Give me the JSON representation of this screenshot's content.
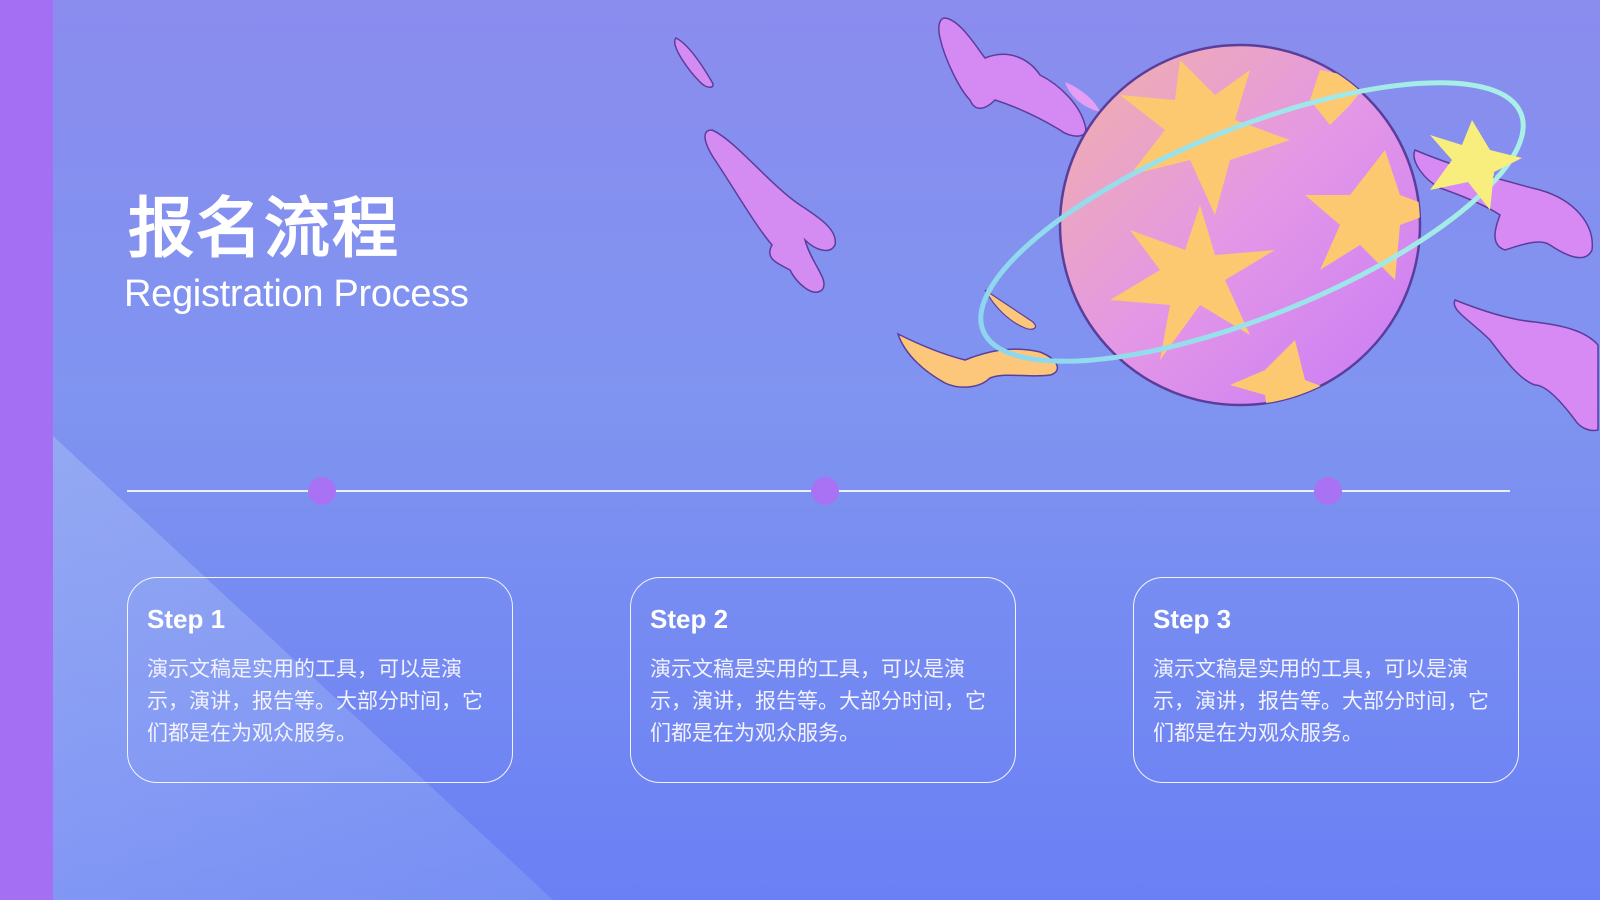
{
  "slide": {
    "title_cn": "报名流程",
    "title_en": "Registration Process"
  },
  "steps": [
    {
      "title": "Step 1",
      "text": "演示文稿是实用的工具，可以是演示，演讲，报告等。大部分时间，它们都是在为观众服务。"
    },
    {
      "title": "Step 2",
      "text": "演示文稿是实用的工具，可以是演示，演讲，报告等。大部分时间，它们都是在为观众服务。"
    },
    {
      "title": "Step 3",
      "text": "演示文稿是实用的工具，可以是演示，演讲，报告等。大部分时间，它们都是在为观众服务。"
    }
  ],
  "colors": {
    "background": "#7f94f0",
    "left_bar": "#a46ff3",
    "dot": "#a972f4",
    "planet_yellow": "#fcc971",
    "planet_pink": "#d984f2",
    "ring": "#9ee6e6"
  },
  "icons": [
    "planet-illustration",
    "star-icon",
    "splash-shape"
  ]
}
